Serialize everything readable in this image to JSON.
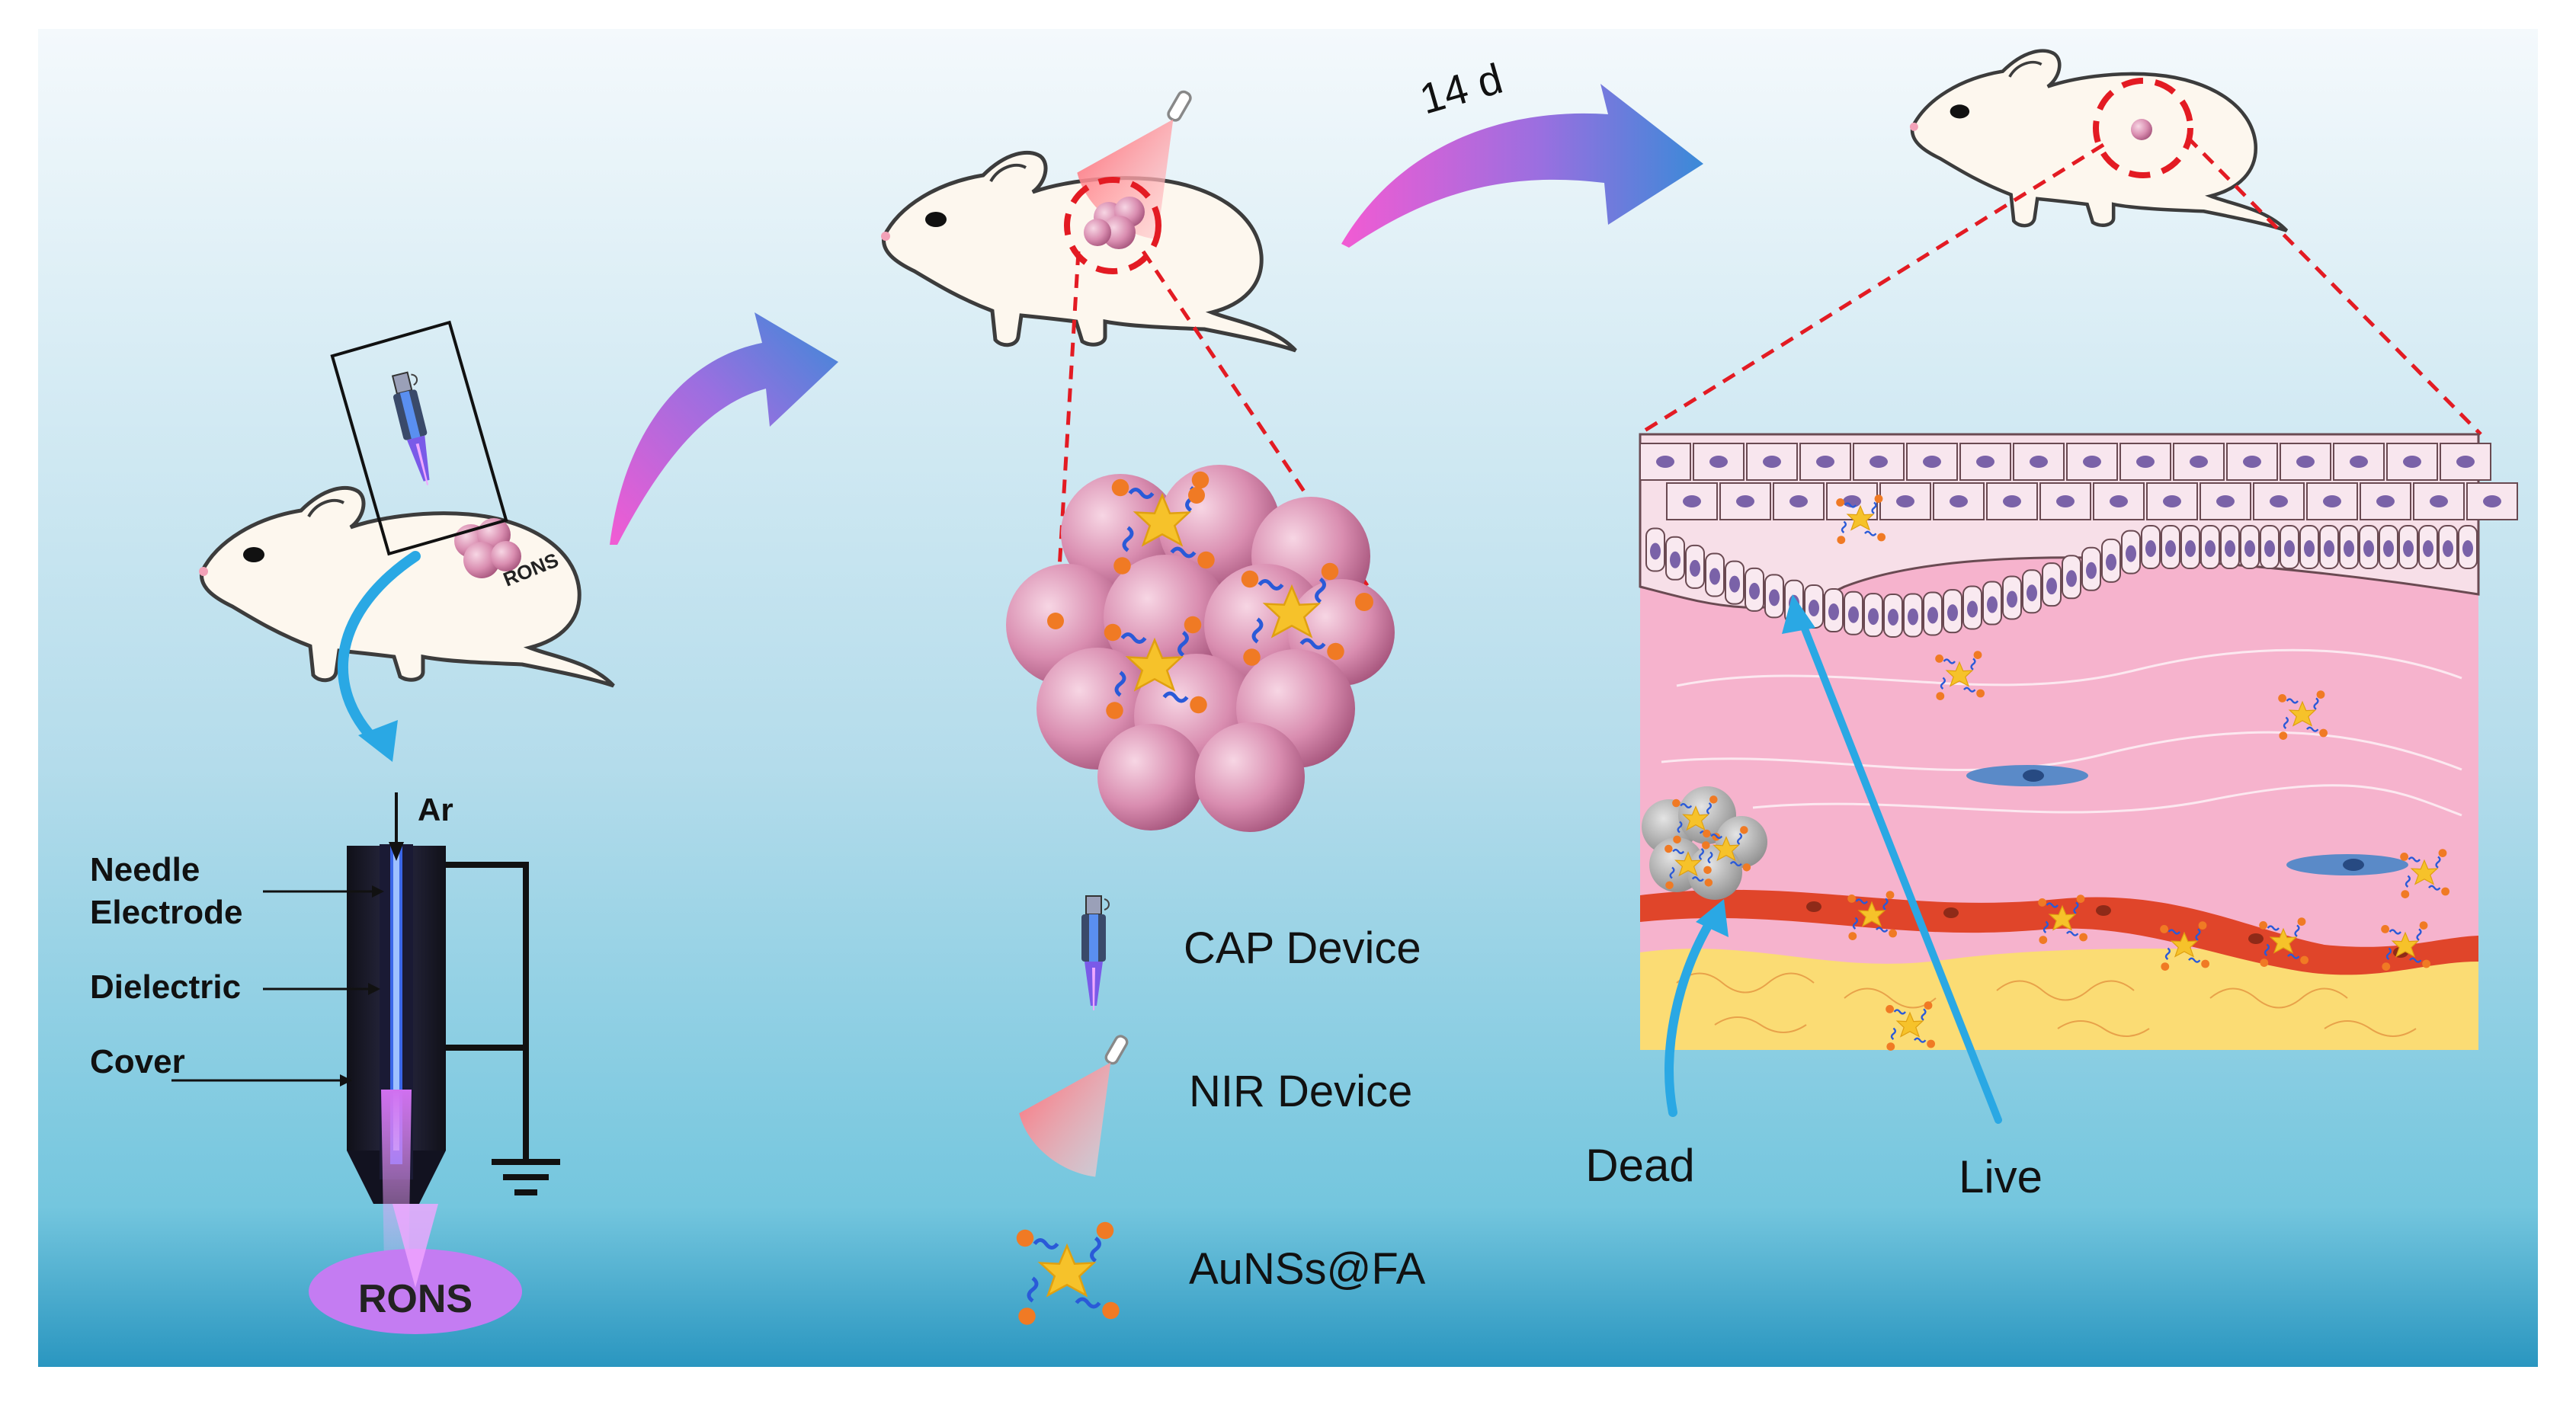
{
  "time_label": "14 d",
  "mouse_tumor_label": "RONS",
  "device": {
    "gas_label": "Ar",
    "labels": [
      "Needle",
      "Electrode",
      "Dielectric",
      "Cover"
    ],
    "output_label": "RONS"
  },
  "legend": [
    {
      "icon": "cap-device-icon",
      "label": "CAP Device"
    },
    {
      "icon": "nir-device-icon",
      "label": "NIR Device"
    },
    {
      "icon": "aunss-fa-icon",
      "label": "AuNSs@FA"
    }
  ],
  "tissue": {
    "dead_label": "Dead",
    "live_label": "Live"
  },
  "colors": {
    "background_top": "#f2f8fc",
    "background_bottom": "#6cc4dc",
    "arrow_start": "#f05ad2",
    "arrow_end": "#3a86d6",
    "tumor": "#d98db0",
    "nanostar": "#f6c22a",
    "ligand_bead": "#f07a24",
    "tissue_pink": "#f5aac8",
    "fat": "#fbdc74",
    "vessel": "#e0452a",
    "guide_line": "#e31b23",
    "plasma": "#c77cf0"
  }
}
